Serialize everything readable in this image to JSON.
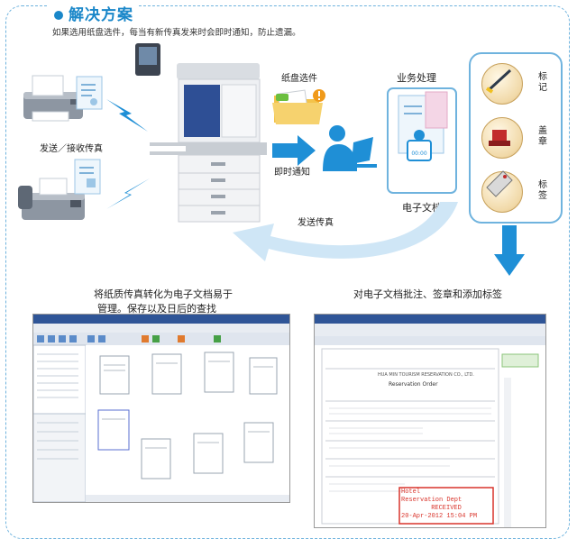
{
  "header": {
    "title": "解决方案",
    "subtitle": "如果选用纸盘选件，每当有新传真发来时会即时通知，防止遗漏。"
  },
  "labels": {
    "send_receive_fax": "发送／接收传真",
    "tray_option": "纸盘选件",
    "instant_notify": "即时通知",
    "business_processing": "业务处理",
    "electronic_document": "电子文档",
    "send_fax": "发送传真",
    "left_caption_line1": "将纸质传真转化为电子文档易于",
    "left_caption_line2": "管理。保存以及日后的查找",
    "right_caption": "对电子文档批注、签章和添加标签"
  },
  "tools": [
    {
      "label": "标记",
      "icon": "pen-marking-icon"
    },
    {
      "label": "盖章",
      "icon": "stamp-icon"
    },
    {
      "label": "标签",
      "icon": "tag-icon"
    }
  ],
  "doc_screenshot": {
    "company": "HUA MIN TOURISM RESERVATION CO., LTD.",
    "doc_title": "Reservation Order",
    "stamp_line1": "Hotel",
    "stamp_line2": "Reservation Dept",
    "stamp_line3": "RECEIVED",
    "stamp_line4": "20-Apr-2012 15:04 PM"
  },
  "colors": {
    "accent": "#1a87c9",
    "arrow_blue": "#1f8fd6",
    "light_arrow": "#cfe6f6",
    "stamp_red": "#d9342b"
  }
}
